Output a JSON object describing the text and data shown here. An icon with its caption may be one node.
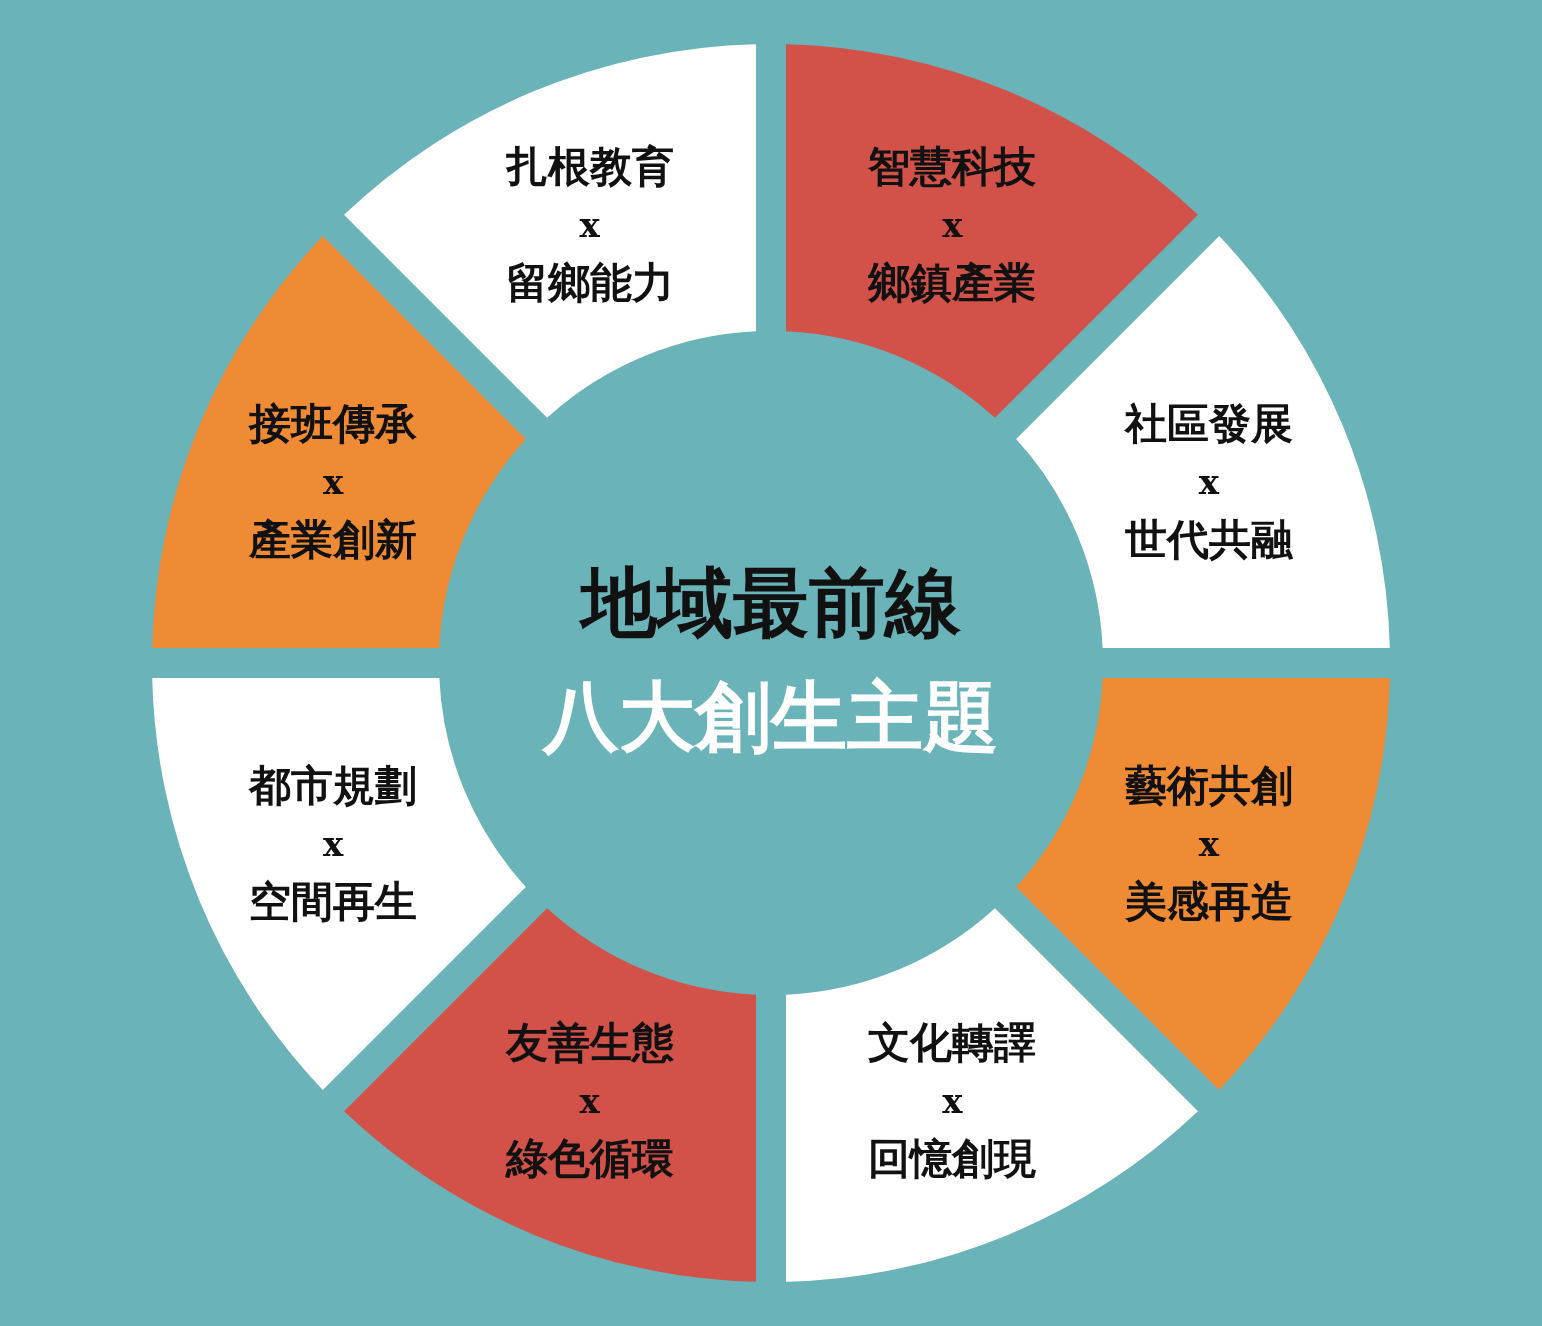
{
  "diagram": {
    "nodes": [
      {
        "text": [
          "地域最前線",
          "八大創生主題"
        ]
      },
      {
        "text": [
          "扎根教育",
          "x",
          "留鄉能力"
        ]
      },
      {
        "text": [
          "智慧科技",
          "x",
          "鄉鎮產業"
        ]
      },
      {
        "text": [
          "接班傳承",
          "x",
          "產業創新"
        ]
      },
      {
        "text": [
          "社區發展",
          "x",
          "世代共融"
        ]
      },
      {
        "text": [
          "都市規劃",
          "x",
          "空間再生"
        ]
      },
      {
        "text": [
          "藝術共創",
          "x",
          "美感再造"
        ]
      },
      {
        "text": [
          "友善生態",
          "x",
          "綠色循環"
        ]
      },
      {
        "text": [
          "文化轉譯",
          "x",
          "回憶創現"
        ]
      }
    ]
  }
}
